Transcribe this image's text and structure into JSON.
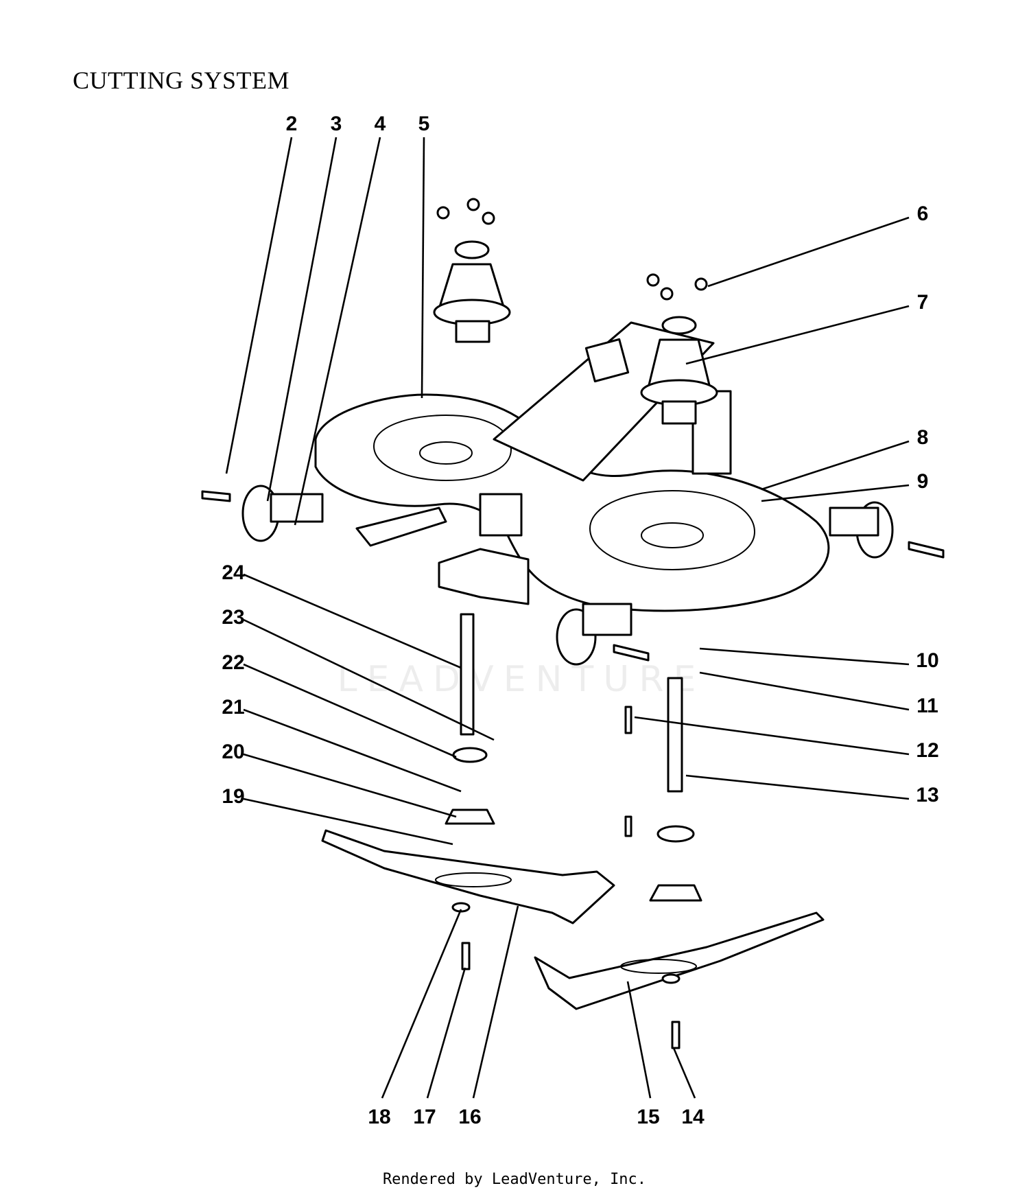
{
  "title": "CUTTING SYSTEM",
  "footer": "Rendered by LeadVenture, Inc.",
  "watermark": "LEADVENTURE",
  "callouts": [
    {
      "label": "2"
    },
    {
      "label": "3"
    },
    {
      "label": "4"
    },
    {
      "label": "5"
    },
    {
      "label": "6"
    },
    {
      "label": "7"
    },
    {
      "label": "8"
    },
    {
      "label": "9"
    },
    {
      "label": "10"
    },
    {
      "label": "11"
    },
    {
      "label": "12"
    },
    {
      "label": "13"
    },
    {
      "label": "24"
    },
    {
      "label": "23"
    },
    {
      "label": "22"
    },
    {
      "label": "21"
    },
    {
      "label": "20"
    },
    {
      "label": "19"
    },
    {
      "label": "18"
    },
    {
      "label": "17"
    },
    {
      "label": "16"
    },
    {
      "label": "15"
    },
    {
      "label": "14"
    }
  ]
}
